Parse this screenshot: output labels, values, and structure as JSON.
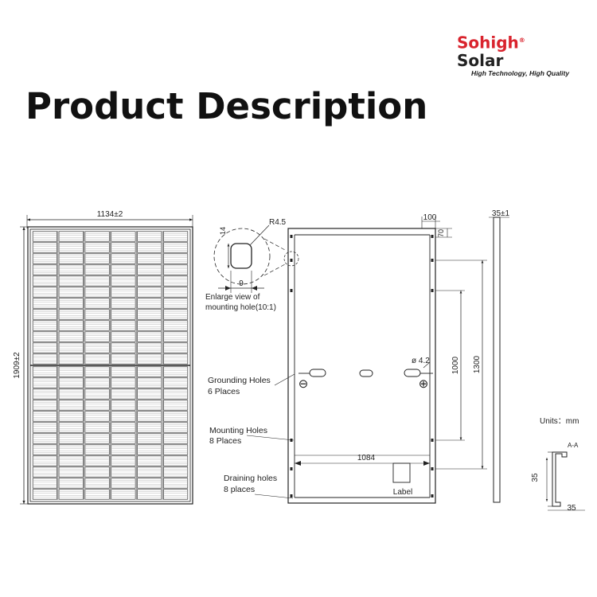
{
  "header": {
    "brand_part1": "Sohigh",
    "brand_part2": " Solar",
    "brand_registered": "®",
    "tagline": "High Technology, High Quality",
    "title": "Product Description"
  },
  "front_view": {
    "width_label": "1134±2",
    "height_label": "1909±2",
    "cell_columns": 6,
    "cell_rows_per_half": 12
  },
  "detail": {
    "radius_label": "R4.5",
    "height_label": "14",
    "width_label": "9",
    "caption_line1": "Enlarge view of",
    "caption_line2": "mounting hole(10:1)"
  },
  "back_view": {
    "top_offset_label": "100",
    "corner_label": "70",
    "hole_dia_label": "ø 4.2",
    "span_1000_label": "1000",
    "span_1300_label": "1300",
    "width_1084_label": "1084",
    "label_box_text": "Label",
    "minus_symbol": "⊖",
    "plus_symbol": "⊕"
  },
  "callouts": {
    "grounding_line1": "Grounding Holes",
    "grounding_line2": "6 Places",
    "mounting_line1": "Mounting Holes",
    "mounting_line2": "8 Places",
    "draining_line1": "Draining holes",
    "draining_line2": "8 places"
  },
  "side_view": {
    "thickness_label": "35±1"
  },
  "section": {
    "units_label": "Units：mm",
    "section_label": "A-A",
    "height_label": "35",
    "width_label": "35"
  },
  "colors": {
    "brand_red": "#d9232d",
    "line": "#222222"
  }
}
